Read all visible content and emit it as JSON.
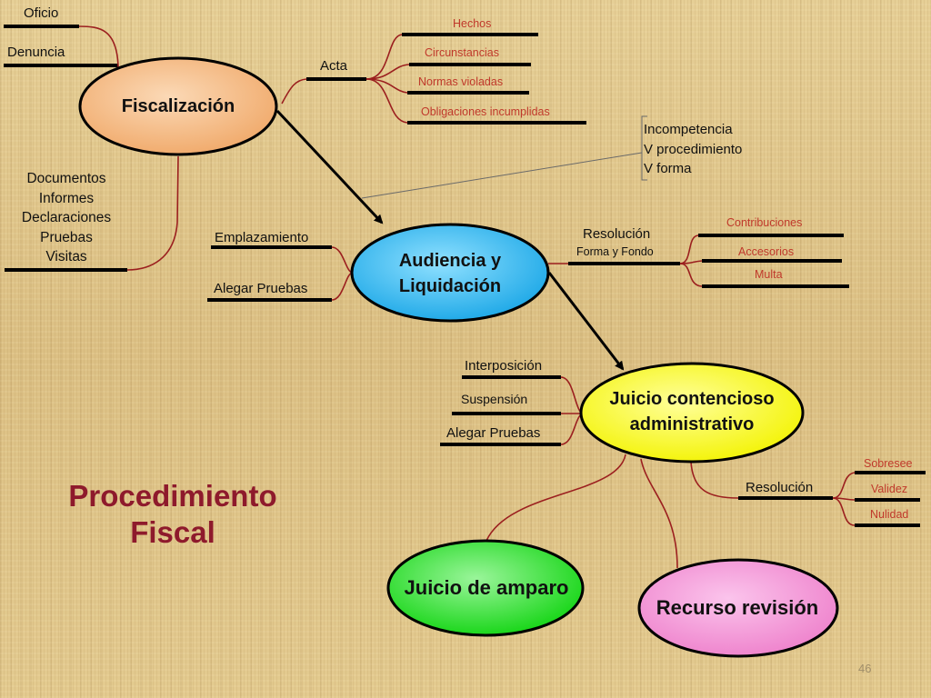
{
  "title": "Procedimiento Fiscal",
  "page_number": "46",
  "colors": {
    "fiscalizacion": "#f4b87f",
    "audiencia": "#29b4ec",
    "contencioso": "#ffff1a",
    "amparo": "#22e022",
    "revision": "#f48fd4",
    "connector": "#9b1f1f",
    "title": "#8e1a2c",
    "sub_label": "#c0392b"
  },
  "nodes": {
    "fiscalizacion": "Fiscalización",
    "audiencia": "Audiencia  y\nLiquidación",
    "contencioso": "Juicio contencioso\nadministrativo",
    "amparo": "Juicio de amparo",
    "revision": "Recurso revisión"
  },
  "fiscalizacion": {
    "inicio": [
      "Oficio",
      "Denuncia"
    ],
    "documentos": [
      "Documentos",
      "Informes",
      "Declaraciones",
      "Pruebas",
      "Visitas"
    ],
    "acta": {
      "label": "Acta",
      "items": [
        "Hechos",
        "Circunstancias",
        "Normas violadas",
        "Obligaciones incumplidas"
      ]
    }
  },
  "violaciones": [
    "Incompetencia",
    "V procedimiento",
    "V forma"
  ],
  "audiencia": {
    "items": [
      "Emplazamiento",
      "Alegar Pruebas"
    ],
    "resolucion": {
      "label": "Resolución",
      "sublabel": "Forma y Fondo",
      "items": [
        "Contribuciones",
        "Accesorios",
        "Multa"
      ]
    }
  },
  "contencioso": {
    "items": [
      "Interposición",
      "Suspensión",
      "Alegar Pruebas"
    ],
    "resolucion": {
      "label": "Resolución",
      "items": [
        "Sobresee",
        "Validez",
        "Nulidad"
      ]
    }
  }
}
